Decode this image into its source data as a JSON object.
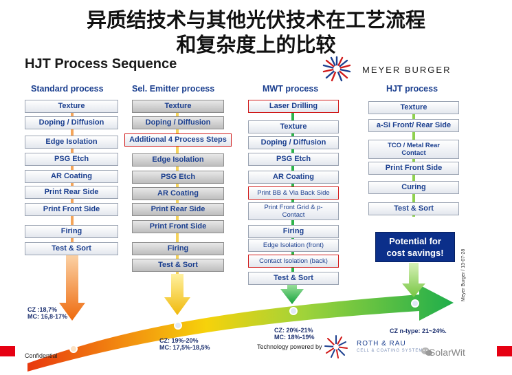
{
  "title": {
    "line1": "异质结技术与其他光伏技术在工艺流程",
    "line2": "和复杂度上的比较"
  },
  "slide_title": "HJT Process Sequence",
  "brand": "MEYER BURGER",
  "columns": [
    {
      "header": "Standard process",
      "steps": [
        "Texture",
        "Doping / Diffusion",
        "Edge Isolation",
        "PSG Etch",
        "AR Coating",
        "Print Rear Side",
        "Print Front Side",
        "Firing",
        "Test & Sort"
      ],
      "stats": [
        "CZ :18,7%",
        "MC: 16,8-17%"
      ]
    },
    {
      "header": "Sel. Emitter process",
      "steps": [
        "Texture",
        "Doping / Diffusion",
        "Additional 4 Process Steps",
        "Edge Isolation",
        "PSG Etch",
        "AR Coating",
        "Print Rear Side",
        "Print Front Side",
        "Firing",
        "Test & Sort"
      ],
      "stats": [
        "CZ: 19%-20%",
        "MC: 17,5%-18,5%"
      ]
    },
    {
      "header": "MWT process",
      "steps": [
        "Laser Drilling",
        "Texture",
        "Doping / Diffusion",
        "PSG Etch",
        "AR Coating",
        "Print BB & Via Back Side",
        "Print Front Grid & p-Contact",
        "Firing",
        "Edge Isolation (front)",
        "Contact Isolation (back)",
        "Test & Sort"
      ],
      "stats": [
        "CZ: 20%-21%",
        "MC: 18%-19%"
      ]
    },
    {
      "header": "HJT process",
      "steps": [
        "Texture",
        "a-Si Front/ Rear Side",
        "TCO / Metal Rear Contact",
        "Print Front Side",
        "Curing",
        "Test & Sort"
      ],
      "stats": [
        "CZ n-type: 21~24%."
      ]
    }
  ],
  "potential": [
    "Potential for",
    "cost savings!"
  ],
  "footer": {
    "confidential": "Confidential",
    "tech": "Technology powered by",
    "partner": "ROTH & RAU",
    "partner_sub": "CELL & COATING SYSTEMS",
    "doc_ref": "Meyer Burger / 13-07-28",
    "watermark": "SolarWit"
  },
  "colors": {
    "header_blue": "#1b3f8f",
    "highlight_red": "#d01a1a",
    "potential_bg": "#0b2f8a",
    "arrow_orange": "#f07d10",
    "arrow_yellow": "#f2c40c",
    "arrow_green": "#2db34a",
    "arrow_lightgreen": "#8fd14f"
  }
}
